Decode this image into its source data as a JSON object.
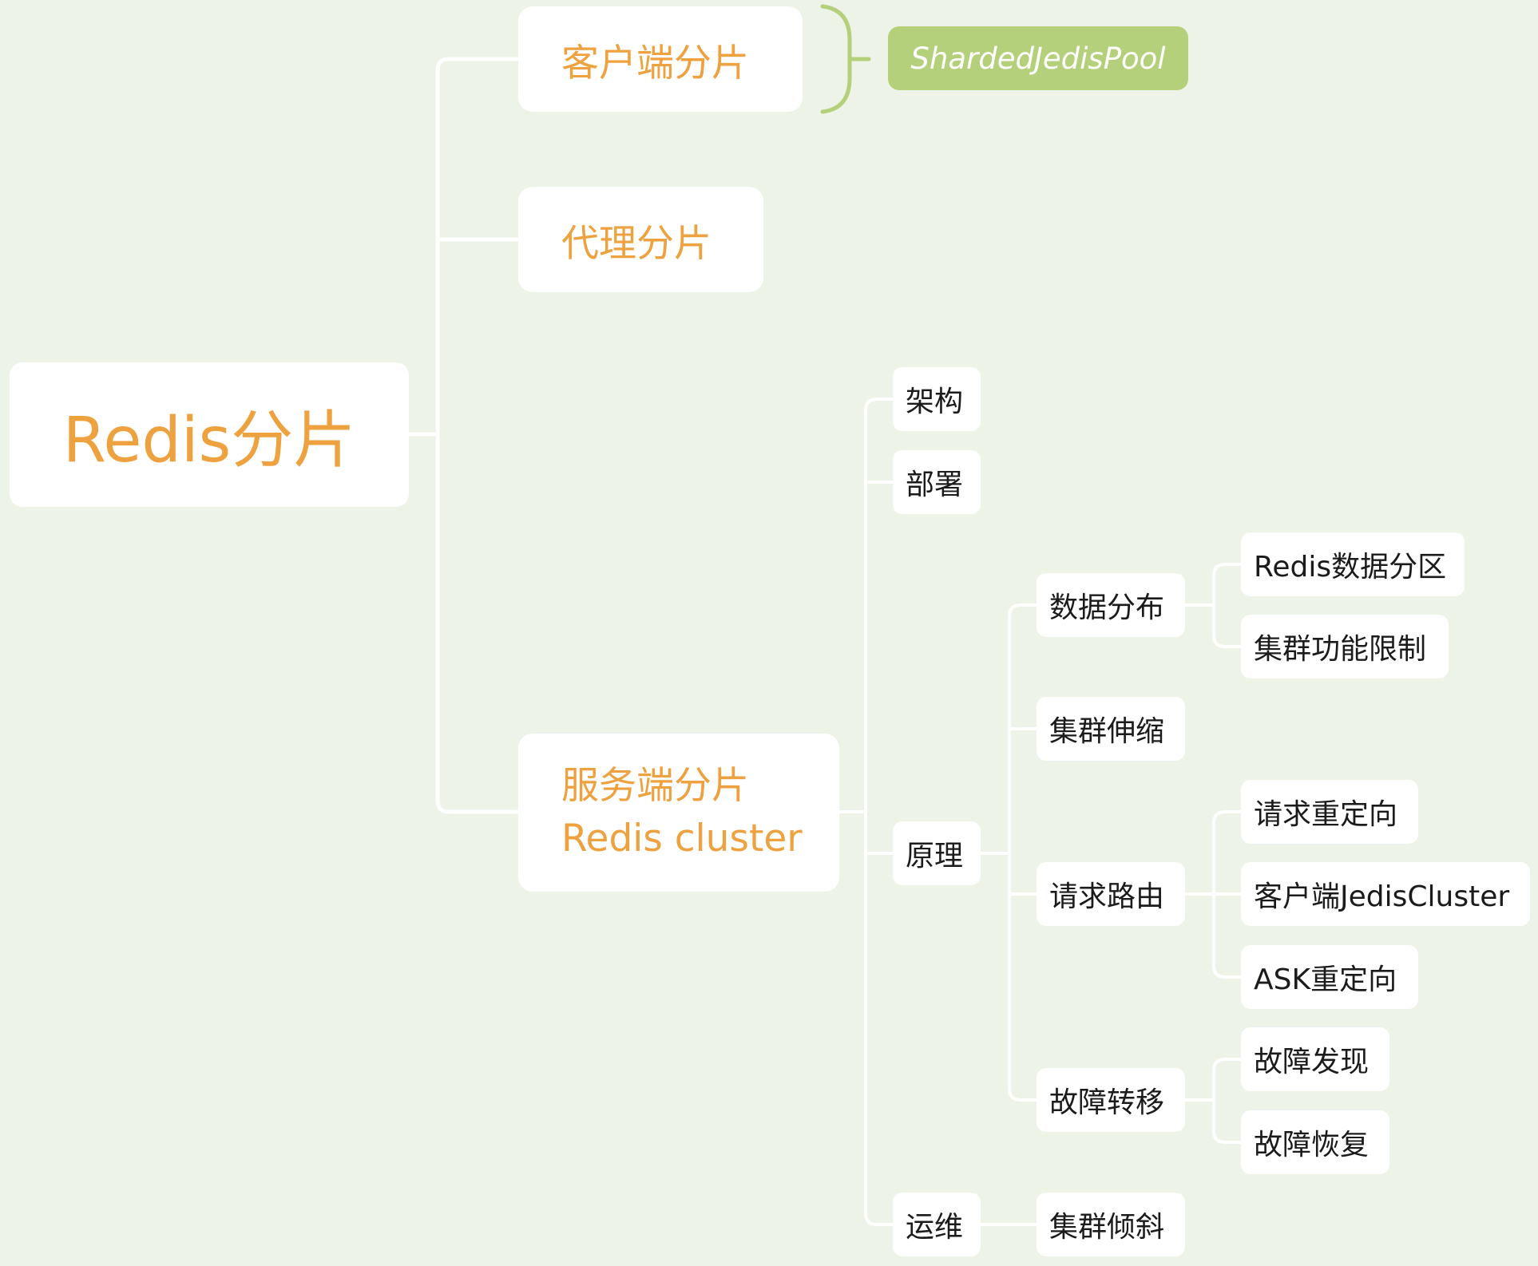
{
  "root": {
    "label": "Redis分片"
  },
  "client_shard": {
    "label": "客户端分片",
    "tag": "ShardedJedisPool"
  },
  "proxy_shard": {
    "label": "代理分片"
  },
  "server_shard": {
    "line1": "服务端分片",
    "line2": "Redis cluster",
    "children": {
      "arch": "架构",
      "deploy": "部署",
      "principle": {
        "label": "原理",
        "data_dist": {
          "label": "数据分布",
          "items": [
            "Redis数据分区",
            "集群功能限制"
          ]
        },
        "scale": {
          "label": "集群伸缩"
        },
        "routing": {
          "label": "请求路由",
          "items": [
            "请求重定向",
            "客户端JedisCluster",
            "ASK重定向"
          ]
        },
        "failover": {
          "label": "故障转移",
          "items": [
            "故障发现",
            "故障恢复"
          ]
        }
      },
      "ops": {
        "label": "运维",
        "skew": "集群倾斜"
      }
    }
  },
  "colors": {
    "background": "#eef3e7",
    "accent": "#eea13f",
    "tag": "#b4d07b",
    "connector": "#ffffff"
  }
}
